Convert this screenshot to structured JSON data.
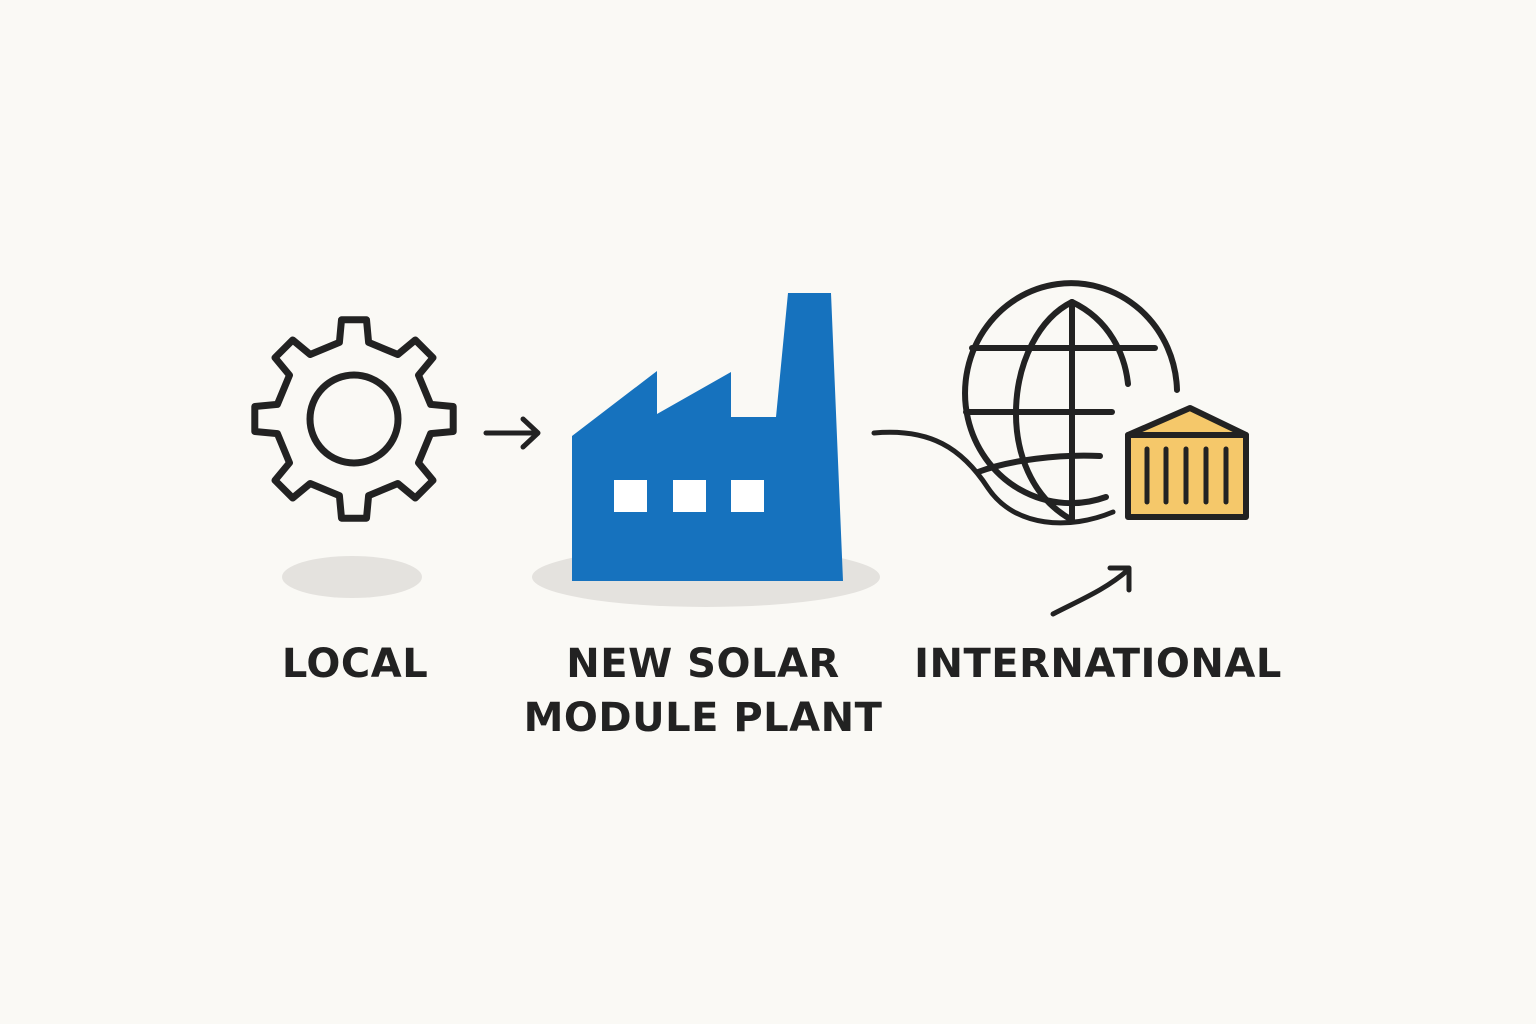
{
  "labels": {
    "local": "LOCAL",
    "plant_line1": "NEW SOLAR",
    "plant_line2": "MODULE PLANT",
    "international": "INTERNATIONAL"
  },
  "icons": {
    "local": "gear-icon",
    "plant": "factory-icon",
    "international": "globe-icon",
    "shipping": "shipping-container-icon"
  },
  "colors": {
    "background": "#faf9f5",
    "stroke": "#222222",
    "factory": "#1672be",
    "container": "#f5c86a",
    "shadow": "#e4e2de"
  }
}
